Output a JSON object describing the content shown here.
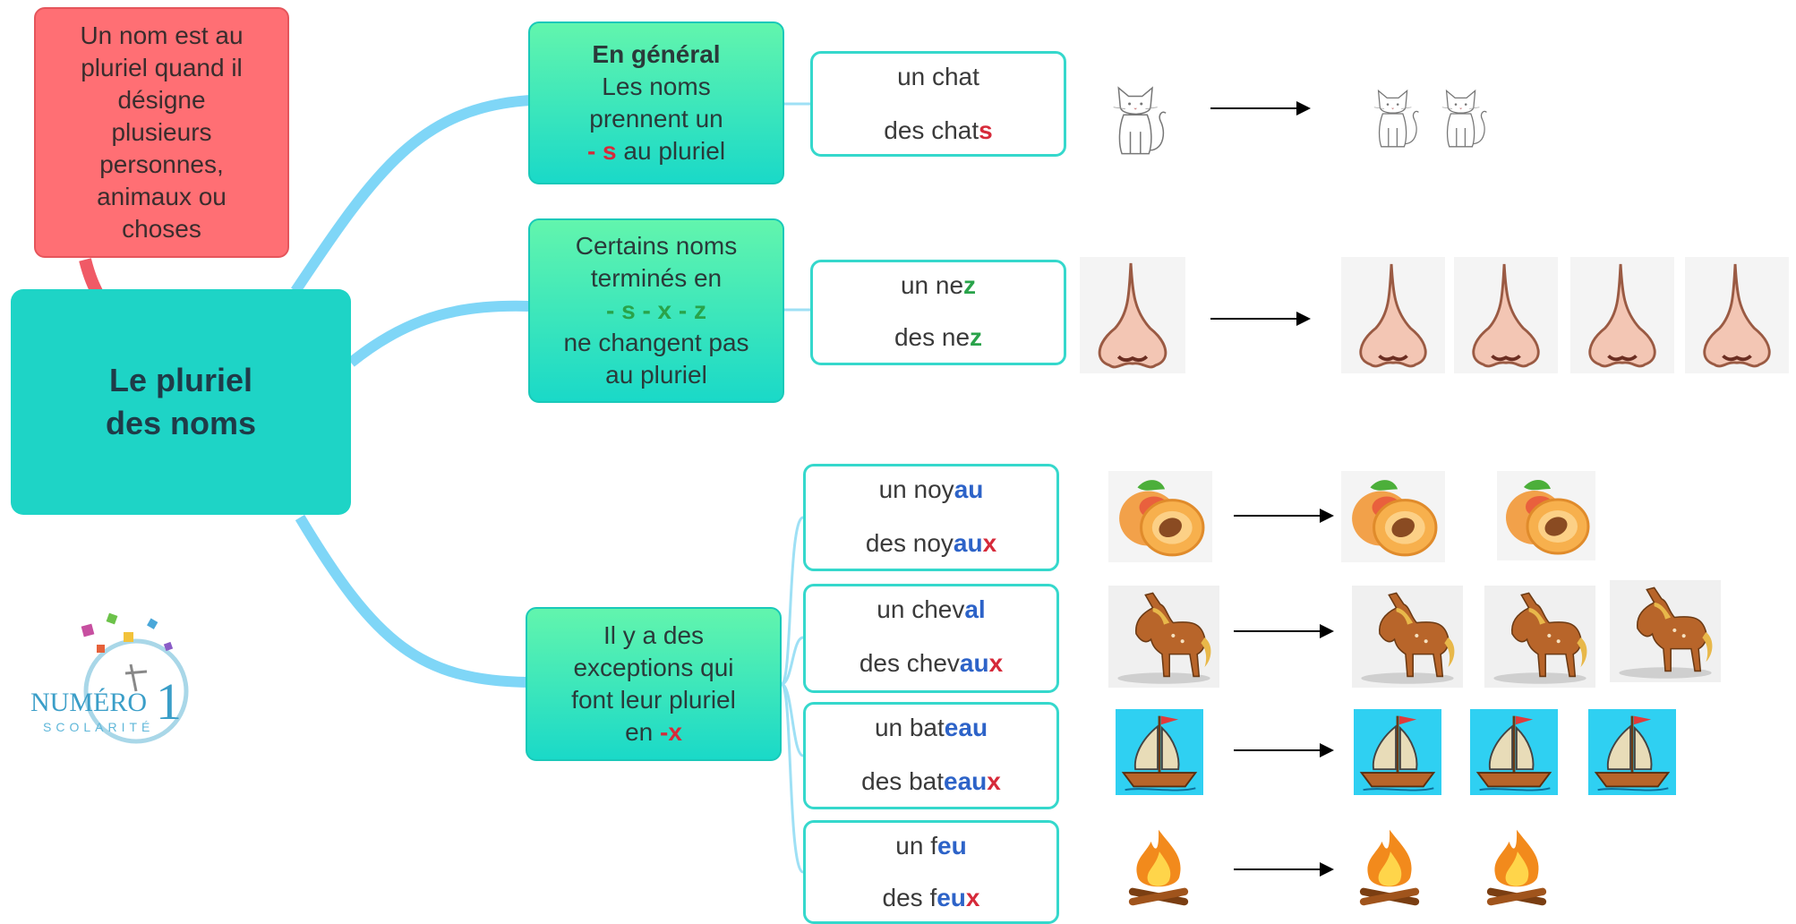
{
  "central": {
    "line1": "Le pluriel",
    "line2": "des noms"
  },
  "definition": {
    "lines": [
      "Un nom est au",
      "pluriel quand il",
      "désigne",
      "plusieurs",
      "personnes,",
      "animaux ou",
      "choses"
    ]
  },
  "rule_general": {
    "title": "En général",
    "line1": "Les noms",
    "line2": "prennent un",
    "mark": "- s",
    "line3_rest": " au pluriel"
  },
  "rule_szx": {
    "line1": "Certains noms",
    "line2": "terminés en",
    "marks": "- s - x - z",
    "line4": "ne changent pas",
    "line5": "au pluriel"
  },
  "rule_x": {
    "line1": "Il y a des",
    "line2": "exceptions qui",
    "line3": "font leur pluriel",
    "prefix": "en ",
    "mark": "-x"
  },
  "words": {
    "chat": {
      "sing": "un chat",
      "plur_stem": "des chat",
      "plur_end": "s"
    },
    "nez": {
      "sing_stem": "un ne",
      "sing_end": "z",
      "plur_stem": "des ne",
      "plur_end": "z"
    },
    "noyau": {
      "sing_stem": "un noy",
      "sing_end": "au",
      "plur_stem": "des noy",
      "plur_mid": "au",
      "plur_end": "x"
    },
    "cheval": {
      "sing_stem": "un chev",
      "sing_end": "al",
      "plur_stem": "des chev",
      "plur_mid": "au",
      "plur_end": "x"
    },
    "bateau": {
      "sing_stem": "un bat",
      "sing_end": "eau",
      "plur_stem": "des bat",
      "plur_mid": "eau",
      "plur_end": "x"
    },
    "feu": {
      "sing_stem": "un f",
      "sing_end": "eu",
      "plur_stem": "des f",
      "plur_mid": "eu",
      "plur_end": "x"
    }
  },
  "logo": {
    "word": "NUMÉRO",
    "digit": "1",
    "sub": "SCOLARITÉ"
  },
  "colors": {
    "central": "#1ed4c6",
    "definition": "#ff6f74",
    "rule": "#3ee8b8",
    "link": "#7fd6f7",
    "red_mark": "#d62a3a",
    "green_mark": "#29a34a",
    "blue_mark": "#2d63c8"
  }
}
